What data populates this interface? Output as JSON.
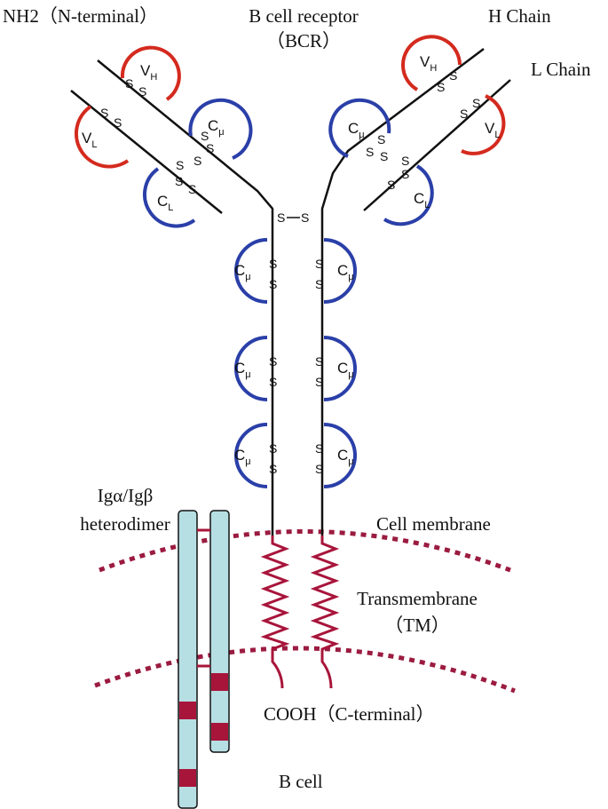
{
  "labels": {
    "nh2": "NH2（N-terminal）",
    "bcr_line1": "B cell receptor",
    "bcr_line2": "（BCR）",
    "h_chain": "H Chain",
    "l_chain": "L Chain",
    "ig_line1": "Igα/Igβ",
    "ig_line2": "heterodimer",
    "membrane": "Cell membrane",
    "tm_line1": "Transmembrane",
    "tm_line2": "（TM）",
    "cooh": "COOH（C-terminal）",
    "bcell": "B cell"
  },
  "domains": {
    "vh": {
      "main": "V",
      "sub": "H"
    },
    "vl": {
      "main": "V",
      "sub": "L"
    },
    "cmu": {
      "main": "C",
      "sub": "μ"
    },
    "cl": {
      "main": "C",
      "sub": "L"
    }
  },
  "disulfide": "S",
  "colors": {
    "variable": "#d42a1e",
    "constant": "#2a3fa8",
    "membrane": "#9b1b40",
    "ig_fill": "#b6dfe3",
    "ig_band": "#a8153a"
  }
}
